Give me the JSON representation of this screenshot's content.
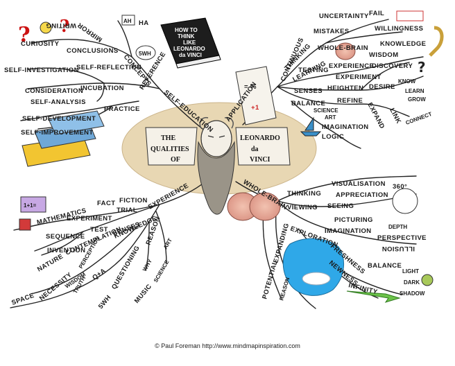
{
  "center": {
    "title_the": "THE",
    "title_qualities": "QUALITIES",
    "title_of": "OF",
    "name_first": "LEONARDO",
    "name_da": "da",
    "name_last": "VINCI"
  },
  "book": {
    "line1": "HOW TO",
    "line2": "THINK",
    "line3": "LIKE",
    "line4": "LEONARDO",
    "line5": "da VINCI"
  },
  "branches": {
    "self_education": {
      "label": "SELF-EDUCATION",
      "reference": "REFERENCE",
      "concepts": "CONCEPTS",
      "mirror": "MIRROR",
      "writing": "WRITING",
      "curiosity": "CURIOSITY",
      "conclusions": "CONCLUSIONS",
      "self_investigation": "SELF-INVESTIGATION",
      "self_reflection": "SELF-REFLECTION",
      "consideration": "CONSIDERATION",
      "incubation": "INCUBATION",
      "self_analysis": "SELF-ANALYSIS",
      "practice": "PRACTICE",
      "self_development": "SELF-DEVELOPMENT",
      "self_improvement": "SELF-IMPROVEMENT",
      "aha_box": "AH",
      "ha": "HA",
      "fiveW_bubble": "5WH"
    },
    "application": {
      "label": "APPLICATION",
      "continuous": "CONTINUOUS",
      "uncertainty": "UNCERTAINTY",
      "fail": "FAIL",
      "thinking": "THINKING",
      "mistakes": "MISTAKES",
      "willingness": "WILLINGNESS",
      "whole_brain": "WHOLE-BRAIN",
      "knowledge": "KNOWLEDGE",
      "learning": "LEARNING",
      "wisdom": "WISDOM",
      "testing": "TESTING",
      "experience": "EXPERIENCE",
      "discovery": "DISCOVERY",
      "experiment": "EXPERIMENT",
      "senses": "SENSES",
      "heighten": "HEIGHTEN",
      "desire": "DESIRE",
      "know": "KNOW",
      "learn": "LEARN",
      "grow": "GROW",
      "refine": "REFINE",
      "expand": "EXPAND",
      "link": "LINK",
      "connect": "CONNECT",
      "balance": "BALANCE",
      "science": "SCIENCE",
      "art": "ART",
      "imagination": "IMAGINATION",
      "logic": "LOGIC",
      "paper_sym1": "= %",
      "paper_sym2": "+1"
    },
    "experience": {
      "label": "EXPERIENCE",
      "mathematics": "MATHEMATICS",
      "fact": "FACT",
      "fiction": "FICTION",
      "experiment": "EXPERIMENT",
      "trial": "TRIAL",
      "sequence": "SEQUENCE",
      "test": "TEST",
      "invention": "INVENTION",
      "senses": "SENSES",
      "nature": "NATURE",
      "contemplation": "CONTEMPLATION",
      "knowledge": "KNOWLEDGE",
      "reason": "REASON",
      "necessity": "NECESSITY",
      "perception": "PERCEPTION",
      "wisdom": "WISDOM",
      "truth": "TRUTH",
      "questioning": "QUESTIONING",
      "why": "WHY",
      "art": "ART",
      "science": "SCIENCE",
      "music": "MUSIC",
      "space": "SPACE",
      "fiveWH": "5WH",
      "qa": "Q+A",
      "cube": "1+1="
    },
    "whole_brain": {
      "label": "WHOLE-BRAIN",
      "thinking": "THINKING",
      "visualisation": "VISUALISATION",
      "appreciation": "APPRECIATION",
      "viewing": "VIEWING",
      "seeing": "SEEING",
      "exploration": "EXPLORATION",
      "picturing": "PICTURING",
      "depth": "DEPTH",
      "imagination": "IMAGINATION",
      "perspective": "PERSPECTIVE",
      "illusion": "ILLUSION",
      "freshness": "FRESHNESS",
      "newness": "NEWNESS",
      "balance": "BALANCE",
      "light": "LIGHT",
      "dark": "DARK",
      "shadow": "SHADOW",
      "infinity": "INFINITY",
      "expanding": "EXPANDING",
      "potential": "POTENTIAL",
      "reason": "REASON",
      "degrees": "360°"
    }
  },
  "credit": "© Paul Foreman http://www.mindmapinspiration.com"
}
